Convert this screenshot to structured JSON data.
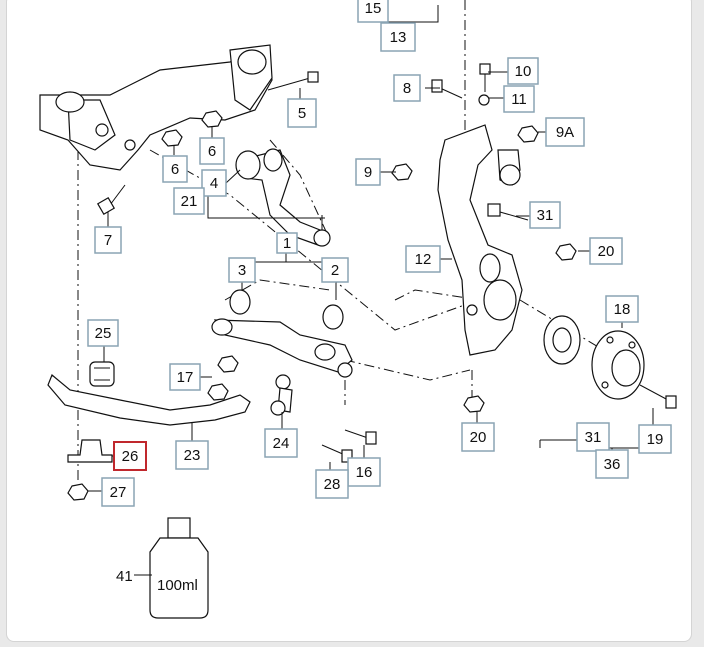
{
  "diagram": {
    "callouts": [
      {
        "id": "c15",
        "text": "15"
      },
      {
        "id": "c13",
        "text": "13"
      },
      {
        "id": "c10",
        "text": "10"
      },
      {
        "id": "c8",
        "text": "8"
      },
      {
        "id": "c11",
        "text": "11"
      },
      {
        "id": "c9A",
        "text": "9A"
      },
      {
        "id": "c5",
        "text": "5"
      },
      {
        "id": "c6a",
        "text": "6"
      },
      {
        "id": "c6b",
        "text": "6"
      },
      {
        "id": "c4",
        "text": "4"
      },
      {
        "id": "c21",
        "text": "21"
      },
      {
        "id": "c9",
        "text": "9"
      },
      {
        "id": "c31a",
        "text": "31"
      },
      {
        "id": "c7",
        "text": "7"
      },
      {
        "id": "c12",
        "text": "12"
      },
      {
        "id": "c20a",
        "text": "20"
      },
      {
        "id": "c1",
        "text": "1"
      },
      {
        "id": "c3",
        "text": "3"
      },
      {
        "id": "c2",
        "text": "2"
      },
      {
        "id": "c18",
        "text": "18"
      },
      {
        "id": "c25",
        "text": "25"
      },
      {
        "id": "c17",
        "text": "17"
      },
      {
        "id": "c20b",
        "text": "20"
      },
      {
        "id": "c24",
        "text": "24"
      },
      {
        "id": "c31b",
        "text": "31"
      },
      {
        "id": "c19",
        "text": "19"
      },
      {
        "id": "c26",
        "text": "26"
      },
      {
        "id": "c23",
        "text": "23"
      },
      {
        "id": "c16",
        "text": "16"
      },
      {
        "id": "c36",
        "text": "36"
      },
      {
        "id": "c27",
        "text": "27"
      },
      {
        "id": "c28",
        "text": "28"
      }
    ],
    "highlighted_callout": "26",
    "highlight_color": "#c0282d",
    "box_color": "#8aa4b4",
    "bottle_label": "100ml",
    "bottle_callout": "41"
  }
}
